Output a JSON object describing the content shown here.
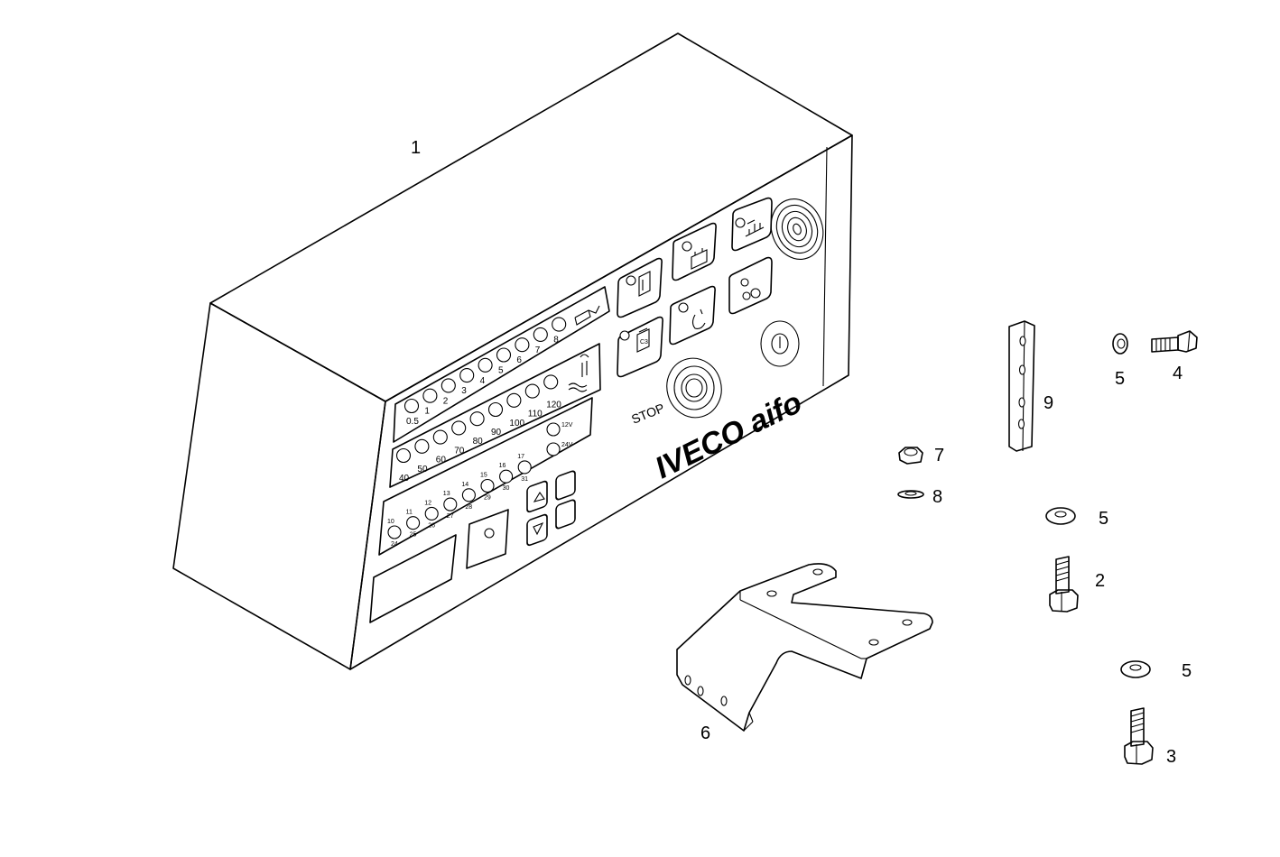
{
  "callouts": {
    "c1": "1",
    "c2": "2",
    "c3": "3",
    "c4": "4",
    "c5a": "5",
    "c5b": "5",
    "c5c": "5",
    "c6": "6",
    "c7": "7",
    "c8": "8",
    "c9": "9"
  },
  "panel": {
    "brand": "IVECO aifo",
    "stop_label": "STOP",
    "oil_pressure_scale": [
      "0.5",
      "1",
      "2",
      "3",
      "4",
      "5",
      "6",
      "7",
      "8"
    ],
    "temperature_scale": [
      "40",
      "50",
      "60",
      "70",
      "80",
      "90",
      "100",
      "110",
      "120"
    ],
    "voltage_scale_top": [
      "10",
      "11",
      "12",
      "13",
      "14",
      "15",
      "16",
      "17"
    ],
    "voltage_scale_bottom": [
      "24",
      "25",
      "26",
      "27",
      "28",
      "29",
      "30",
      "31"
    ],
    "voltage_system_labels": [
      "12V",
      "24V"
    ]
  },
  "colors": {
    "line": "#000000",
    "background": "#ffffff"
  }
}
